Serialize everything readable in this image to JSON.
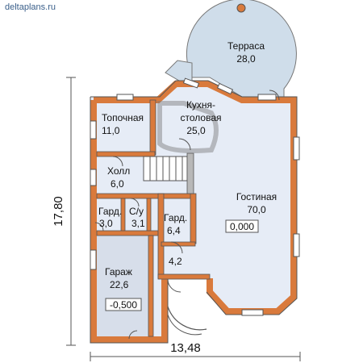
{
  "watermark": "deltaplans.ru",
  "dimensions": {
    "height": "17,80",
    "width": "13,48"
  },
  "rooms": {
    "terrace": {
      "name": "Терраса",
      "area": "28,0"
    },
    "kitchen": {
      "name1": "Кухня-",
      "name2": "столовая",
      "area": "25,0"
    },
    "boiler": {
      "name": "Топочная",
      "area": "11,0"
    },
    "hall": {
      "name": "Холл",
      "area": "6,0"
    },
    "living": {
      "name": "Гостиная",
      "area": "70,0"
    },
    "wardrobe1": {
      "name": "Гард.",
      "area": "3,0"
    },
    "wc": {
      "name": "С/у",
      "area": "3,1"
    },
    "wardrobe2": {
      "name": "Гард.",
      "area": "6,4"
    },
    "small": {
      "area": "4,2"
    },
    "garage": {
      "name": "Гараж",
      "area": "22,6"
    }
  },
  "levels": {
    "main": "0,000",
    "garage": "-0,500"
  },
  "colors": {
    "wall": "#d97a3c",
    "floor": "#e6ecf6",
    "terrace": "#cfddea",
    "garage_floor": "#d7deea",
    "grey_wall": "#b8b8b8",
    "stair": "#ffffff"
  }
}
